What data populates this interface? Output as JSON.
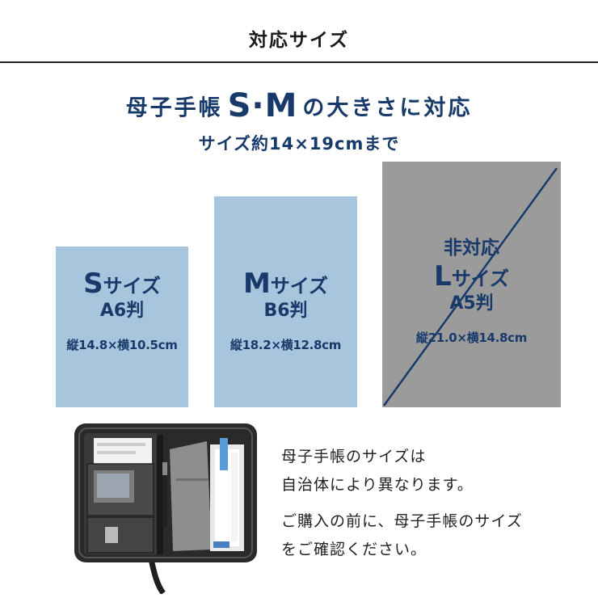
{
  "header": {
    "title": "対応サイズ"
  },
  "headline": {
    "prefix": "母子手帳",
    "sizes": "S·M",
    "suffix": "の大きさに対応"
  },
  "subline": "サイズ約14×19cmまで",
  "cards": {
    "s": {
      "letter": "S",
      "size_word": "サイズ",
      "paper": "A6判",
      "dims": "縦14.8×横10.5cm"
    },
    "m": {
      "letter": "M",
      "size_word": "サイズ",
      "paper": "B6判",
      "dims": "縦18.2×横12.8cm"
    },
    "l": {
      "not_supported": "非対応",
      "letter": "L",
      "size_word": "サイズ",
      "paper": "A5判",
      "dims": "縦21.0×横14.8cm"
    }
  },
  "notes": [
    "母子手帳のサイズは",
    "自治体により異なります。",
    "ご購入の前に、母子手帳のサイズ",
    "をご確認ください。"
  ],
  "colors": {
    "navy": "#173a6a",
    "light_blue": "#a7c6dd",
    "gray": "#9b9b9b"
  }
}
